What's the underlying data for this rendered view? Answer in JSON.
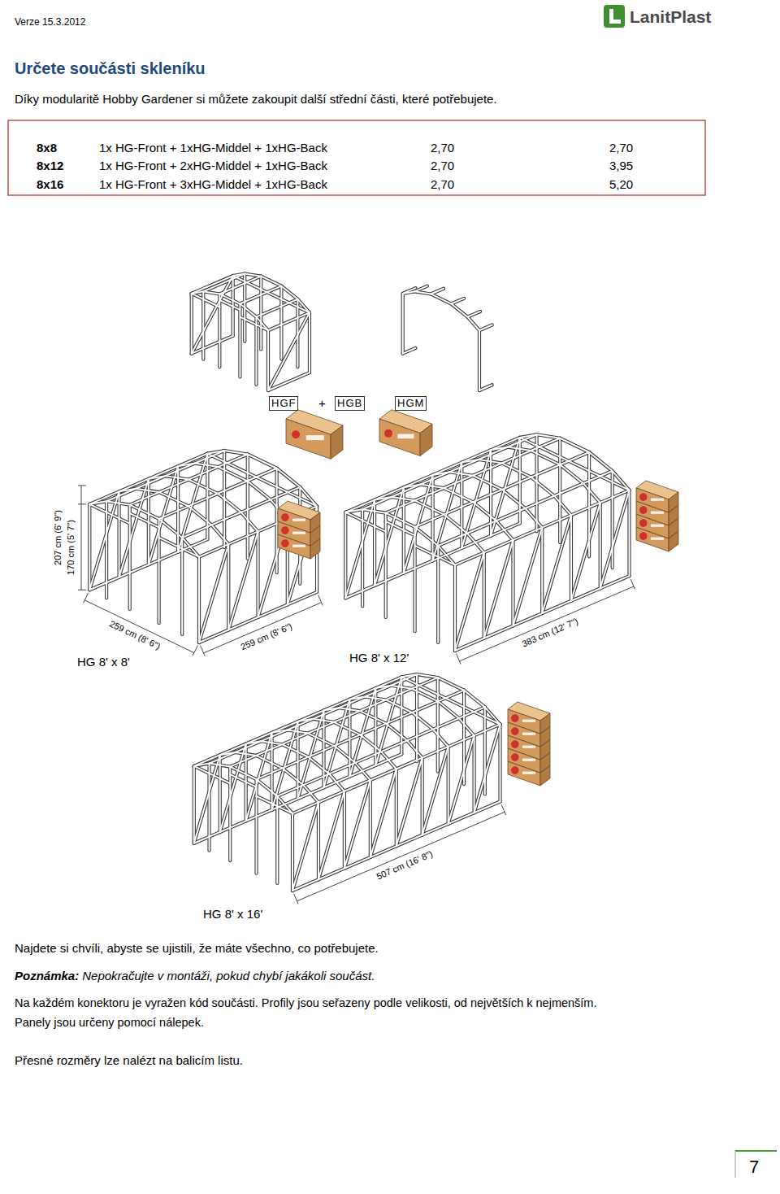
{
  "diagram": {
    "title": "Určete součásti skleníku",
    "labels": [
      "Verze 15.3.2012",
      "LanitPlast",
      "Díky modularitě Hobby Gardener si můžete zakoupit další střední části, které potřebujete.",
      "8x8",
      "1x HG-Front + 1xHG-Middel + 1xHG-Back",
      "2,70",
      "2,70",
      "8x12",
      "1x HG-Front + 2xHG-Middel + 1xHG-Back",
      "2,70",
      "3,95",
      "8x16",
      "1x HG-Front + 3xHG-Middel + 1xHG-Back",
      "2,70",
      "5,20",
      "HGF",
      "+",
      "HGB",
      "HGM",
      "207 cm (6' 9\")",
      "170 cm (5' 7\")",
      "259 cm (8' 6\")",
      "259 cm (8' 6\")",
      "HG 8' x 8'",
      "383 cm (12' 7\")",
      "HG 8' x 12'",
      "507 cm (16' 8\")",
      "HG 8' x 16'",
      "Najdete si chvíli, abyste se ujistili, že máte všechno, co potřebujete.",
      "Poznámka:",
      "Nepokračujte v montáži, pokud chybí jakákoli součást.",
      "Na každém konektoru je vyražen kód součásti. Profily jsou seřazeny podle velikosti, od největších k nejmenším.",
      "Panely jsou určeny pomocí nálepek.",
      "Přesné rozměry lze nalézt na balicím listu.",
      "7"
    ]
  }
}
